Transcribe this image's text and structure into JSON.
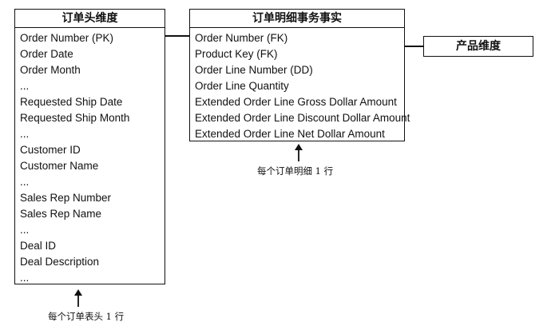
{
  "order_header_dimension": {
    "title": "订单头维度",
    "fields": [
      "Order Number (PK)",
      "Order Date",
      "Order Month",
      "...",
      "Requested Ship Date",
      "Requested Ship Month",
      "...",
      "Customer ID",
      "Customer Name",
      "...",
      "Sales Rep Number",
      "Sales Rep Name",
      "...",
      "Deal ID",
      "Deal Description",
      "..."
    ],
    "grain_note": "每个订单表头 1 行"
  },
  "order_line_fact": {
    "title": "订单明细事务事实",
    "fields": [
      "Order Number (FK)",
      "Product Key (FK)",
      "Order Line Number (DD)",
      "Order Line Quantity",
      "Extended Order Line Gross Dollar Amount",
      "Extended Order Line Discount Dollar Amount",
      "Extended Order Line Net Dollar Amount"
    ],
    "grain_note": "每个订单明细 1 行"
  },
  "product_dimension": {
    "title": "产品维度"
  }
}
